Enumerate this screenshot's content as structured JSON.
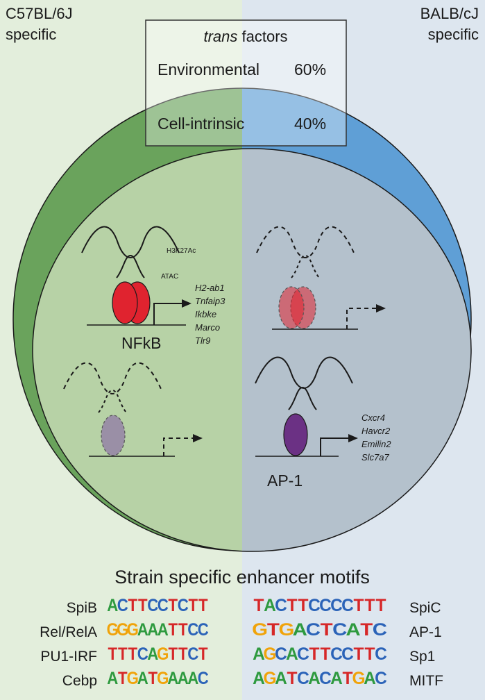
{
  "header": {
    "left_strain_line1": "C57BL/6J",
    "left_strain_line2": "specific",
    "right_strain_line1": "BALB/cJ",
    "right_strain_line2": "specific"
  },
  "trans_box": {
    "title_italic": "trans",
    "title_rest": " factors",
    "row1_label": "Environmental",
    "row1_value": "60%",
    "row2_label": "Cell-intrinsic",
    "row2_value": "40%"
  },
  "panels": {
    "nfkb": {
      "track_label_top": "H3K27Ac",
      "track_label_bottom": "ATAC",
      "factor_label": "NFkB",
      "genes": [
        "H2-ab1",
        "Tnfaip3",
        "Ikbke",
        "Marco",
        "Tlr9"
      ]
    },
    "ap1": {
      "factor_label": "AP-1",
      "genes": [
        "Cxcr4",
        "Havcr2",
        "Emilin2",
        "Slc7a7"
      ]
    }
  },
  "motifs": {
    "title": "Strain specific enhancer motifs",
    "left": [
      {
        "name": "SpiB",
        "logo": "ACTTCCTCTT"
      },
      {
        "name": "Rel/RelA",
        "logo": "GGGAAATTCC"
      },
      {
        "name": "PU1-IRF",
        "logo": "TTTCAGTTCT"
      },
      {
        "name": "Cebp",
        "logo": "ATGATGAAAC"
      }
    ],
    "right": [
      {
        "name": "SpiC",
        "logo": "TACTTCCCCTTT"
      },
      {
        "name": "AP-1",
        "logo": "GTGACTCATC"
      },
      {
        "name": "Sp1",
        "logo": "AGCACTTCCTTC"
      },
      {
        "name": "MITF",
        "logo": "AGATCACATGAC"
      }
    ]
  },
  "colors": {
    "left_bg": "#e3eedc",
    "right_bg": "#dde6ef",
    "left_ring": "#6aa35c",
    "right_ring": "#5f9fd6",
    "inner_left": "#b7d2a6",
    "inner_right": "#b4c1cc",
    "nfkb_factor": "#e0232f",
    "ap1_factor": "#6b3184",
    "faded_factor": "#9a8fa6",
    "base_A": "#2e9a3f",
    "base_C": "#2b63b8",
    "base_G": "#f0a30a",
    "base_T": "#d62728"
  }
}
